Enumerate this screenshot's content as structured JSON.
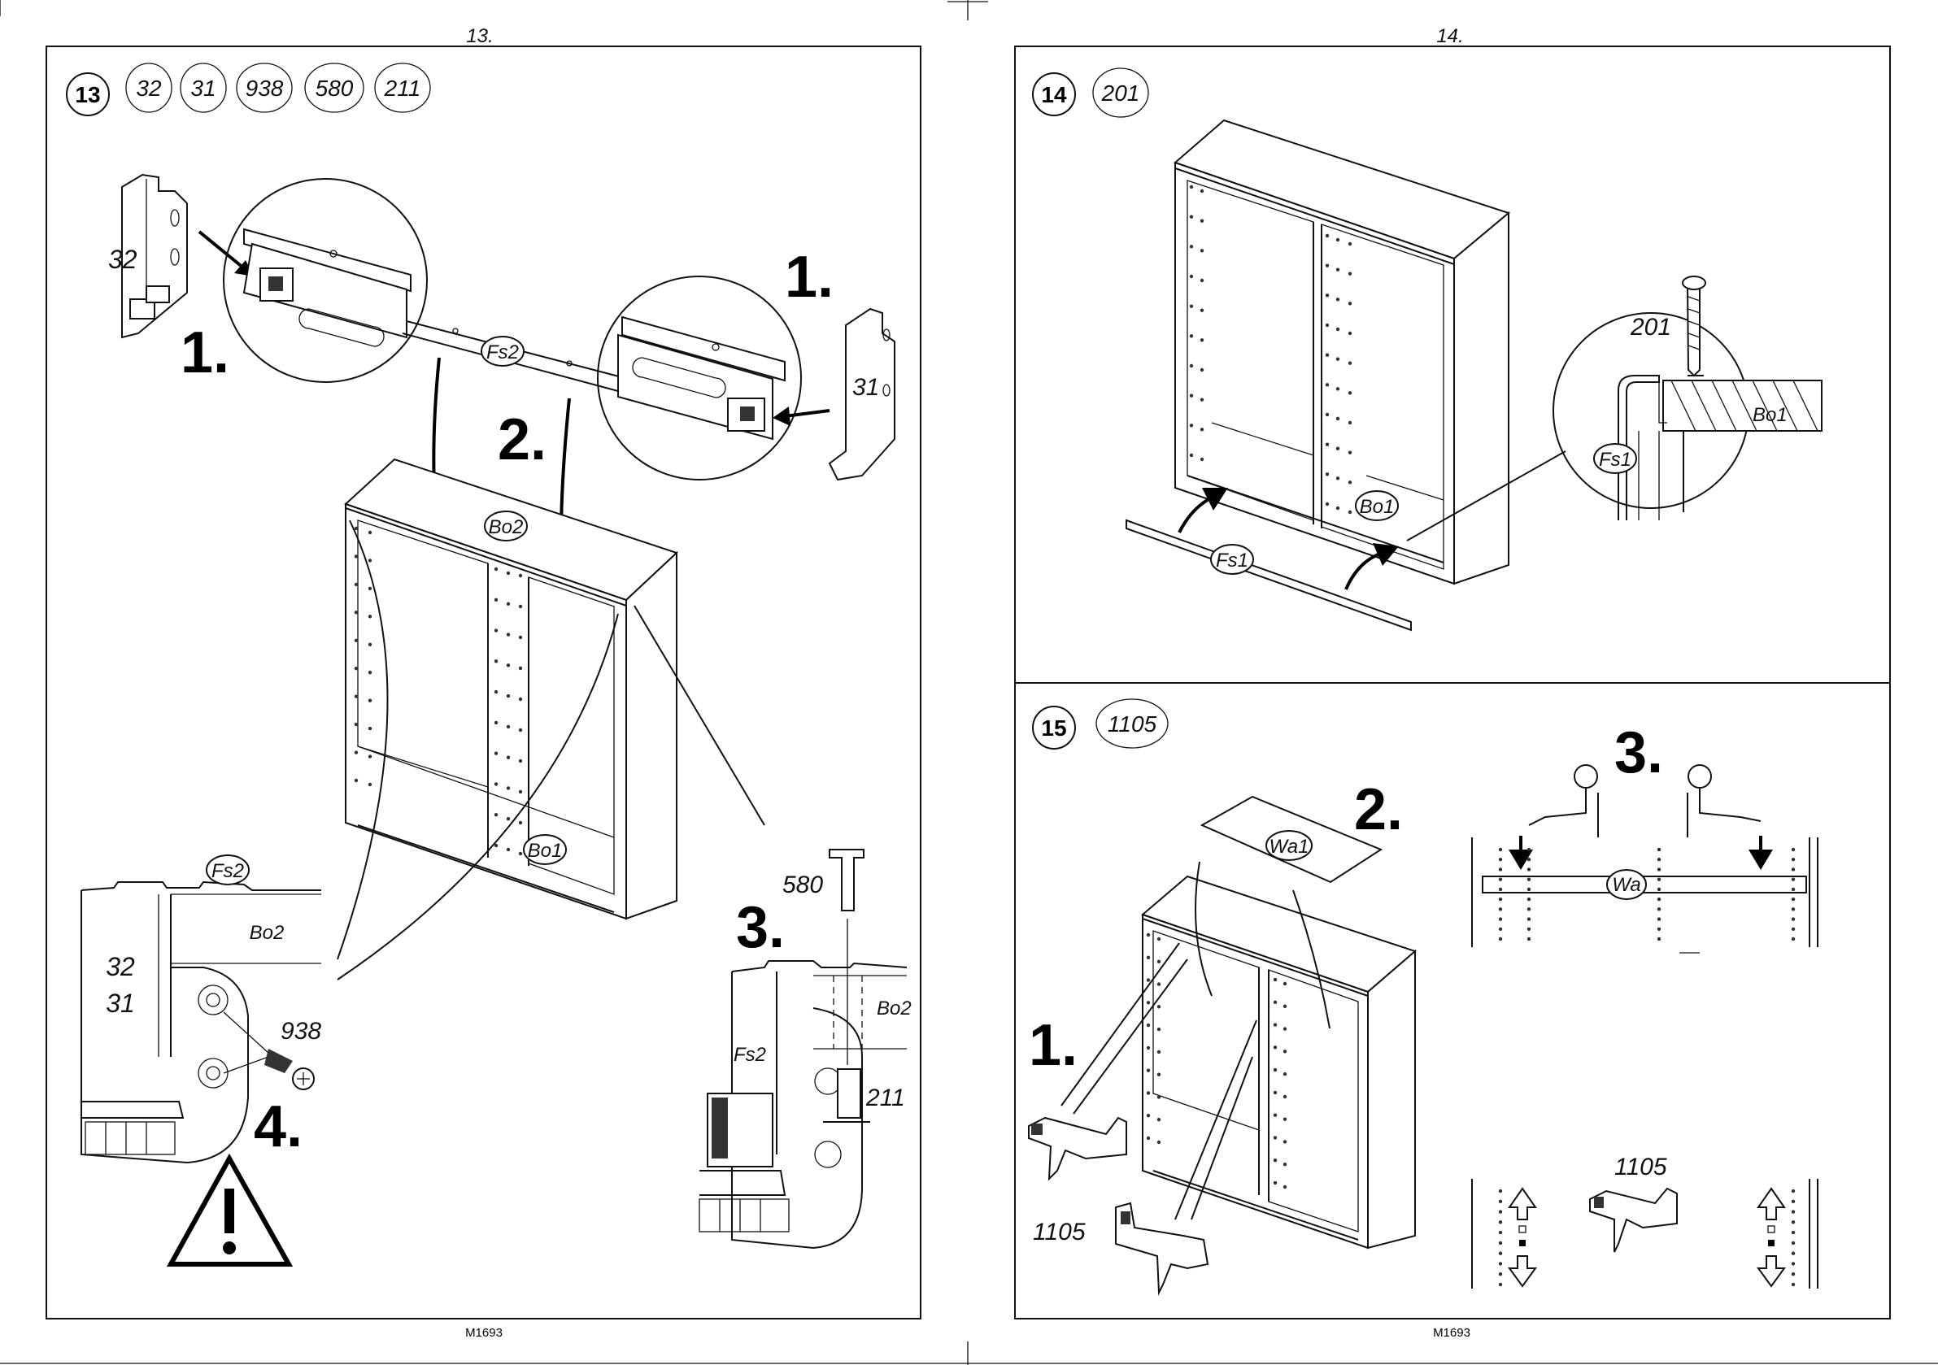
{
  "pages": [
    {
      "page_number": "13.",
      "footer": "M1693"
    },
    {
      "page_number": "14.",
      "footer": "M1693"
    }
  ],
  "step13": {
    "step": "13",
    "parts": [
      "32",
      "31",
      "938",
      "580",
      "211"
    ],
    "order_labels": [
      "1.",
      "1.",
      "2.",
      "3.",
      "4."
    ],
    "labels": {
      "fs2": "Fs2",
      "bo2": "Bo2",
      "bo1": "Bo1",
      "p32": "32",
      "p31": "31",
      "p938": "938",
      "p580": "580",
      "p211": "211"
    },
    "warning_icon": "warning-triangle-icon"
  },
  "step14": {
    "step": "14",
    "parts": [
      "201"
    ],
    "labels": {
      "fs1": "Fs1",
      "bo1": "Bo1",
      "p201": "201"
    }
  },
  "step15": {
    "step": "15",
    "parts": [
      "1105"
    ],
    "order_labels": [
      "1.",
      "2.",
      "3."
    ],
    "labels": {
      "wa1": "Wa1",
      "wa": "Wa",
      "p1105": "1105"
    }
  }
}
